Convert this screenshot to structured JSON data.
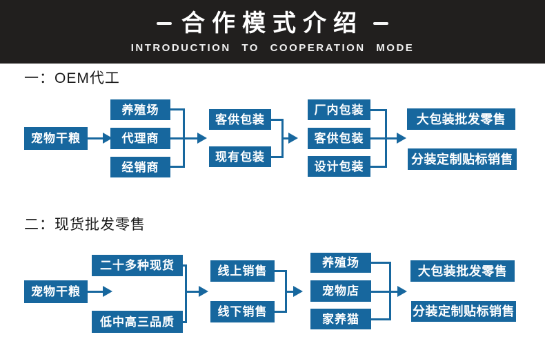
{
  "header": {
    "title": "合作模式介绍",
    "subtitle": "INTRODUCTION TO COOPERATION MODE"
  },
  "colors": {
    "accent_blue": "#17679e",
    "header_background": "#211f1e",
    "text_on_blue": "#ffffff",
    "body_text": "#1a1a1a"
  },
  "section1": {
    "label": "一：OEM代工",
    "source": "宠物干粮",
    "channels": [
      "养殖场",
      "代理商",
      "经销商"
    ],
    "packaging_options": [
      "客供包装",
      "现有包装"
    ],
    "packaging_types": [
      "厂内包装",
      "客供包装",
      "设计包装"
    ],
    "outcomes": [
      "大包装批发零售",
      "分装定制贴标销售"
    ]
  },
  "section2": {
    "label": "二：现货批发零售",
    "source": "宠物干粮",
    "products": [
      "二十多种现货",
      "低中高三品质"
    ],
    "sales_channels": [
      "线上销售",
      "线下销售"
    ],
    "customers": [
      "养殖场",
      "宠物店",
      "家养猫"
    ],
    "outcomes": [
      "大包装批发零售",
      "分装定制贴标销售"
    ]
  }
}
